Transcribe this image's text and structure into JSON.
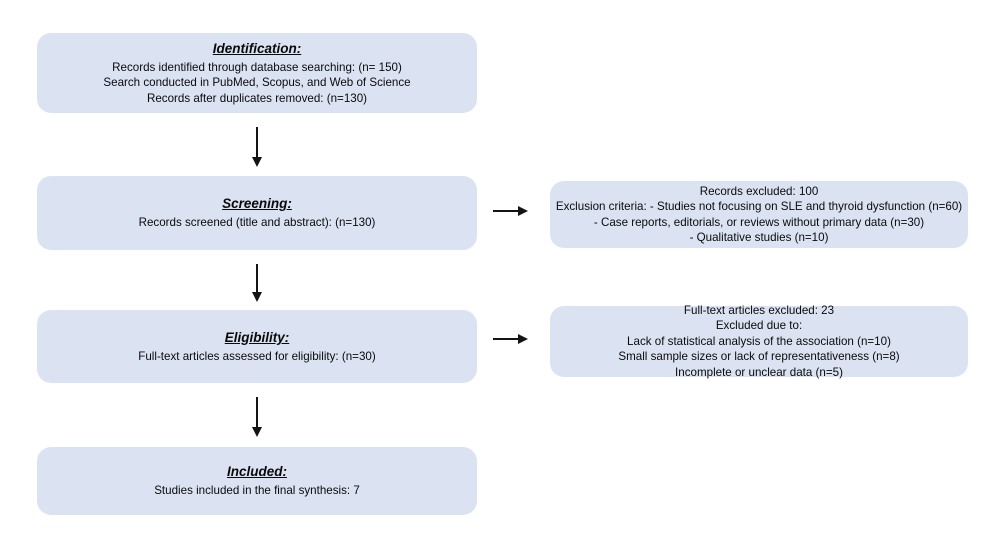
{
  "diagram": {
    "type": "prisma-flow-diagram",
    "accent_color": "#dbe3f3",
    "arrow_color": "#141414",
    "text_color": "#0a0a0a"
  },
  "stages": {
    "identification": {
      "heading": "Identification:",
      "lines": [
        "Records identified through database searching: (n= 150)",
        "Search conducted in PubMed, Scopus, and Web of Science",
        "Records after duplicates removed: (n=130)"
      ]
    },
    "screening": {
      "heading": "Screening:",
      "lines": [
        "Records screened (title and abstract): (n=130)"
      ]
    },
    "eligibility": {
      "heading": "Eligibility:",
      "lines": [
        "Full-text articles assessed for eligibility: (n=30)"
      ]
    },
    "included": {
      "heading": "Included:",
      "lines": [
        "Studies included in the final synthesis: 7"
      ]
    }
  },
  "exclusions": {
    "screening": {
      "lines": [
        "Records excluded: 100",
        "Exclusion criteria: - Studies not focusing on SLE and thyroid dysfunction (n=60)",
        "- Case reports, editorials, or reviews without primary data (n=30)",
        "- Qualitative studies (n=10)"
      ]
    },
    "eligibility": {
      "lines": [
        "Full-text articles excluded: 23",
        "Excluded due to:",
        "Lack of statistical analysis of the association (n=10)",
        "Small sample sizes or lack of representativeness (n=8)",
        "Incomplete or unclear data (n=5)"
      ]
    }
  }
}
